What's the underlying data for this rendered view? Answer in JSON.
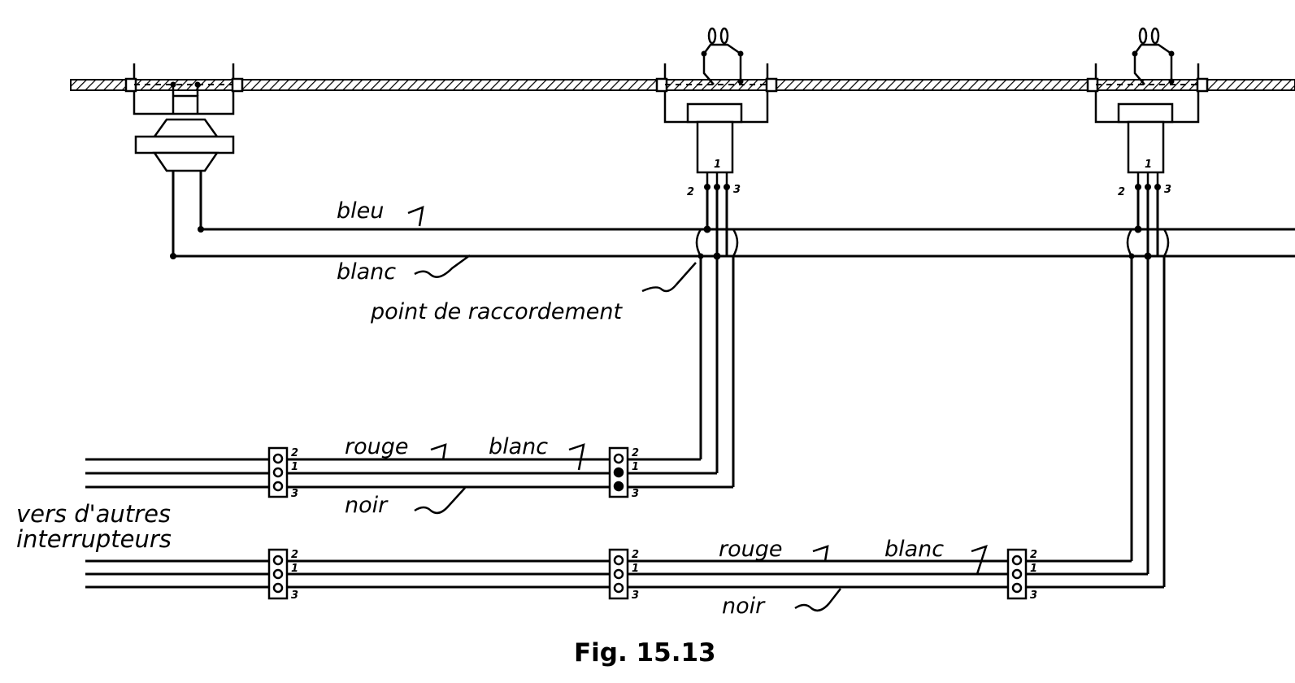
{
  "labels": {
    "bleu": "bleu",
    "blanc": "blanc",
    "point_raccordement": "point de raccordement",
    "rouge": "rouge",
    "noir": "noir",
    "side_line1": "vers d'autres",
    "side_line2": "interrupteurs",
    "caption": "Fig.  15.13"
  },
  "terminals": {
    "t1": "1",
    "t2": "2",
    "t3": "3"
  }
}
